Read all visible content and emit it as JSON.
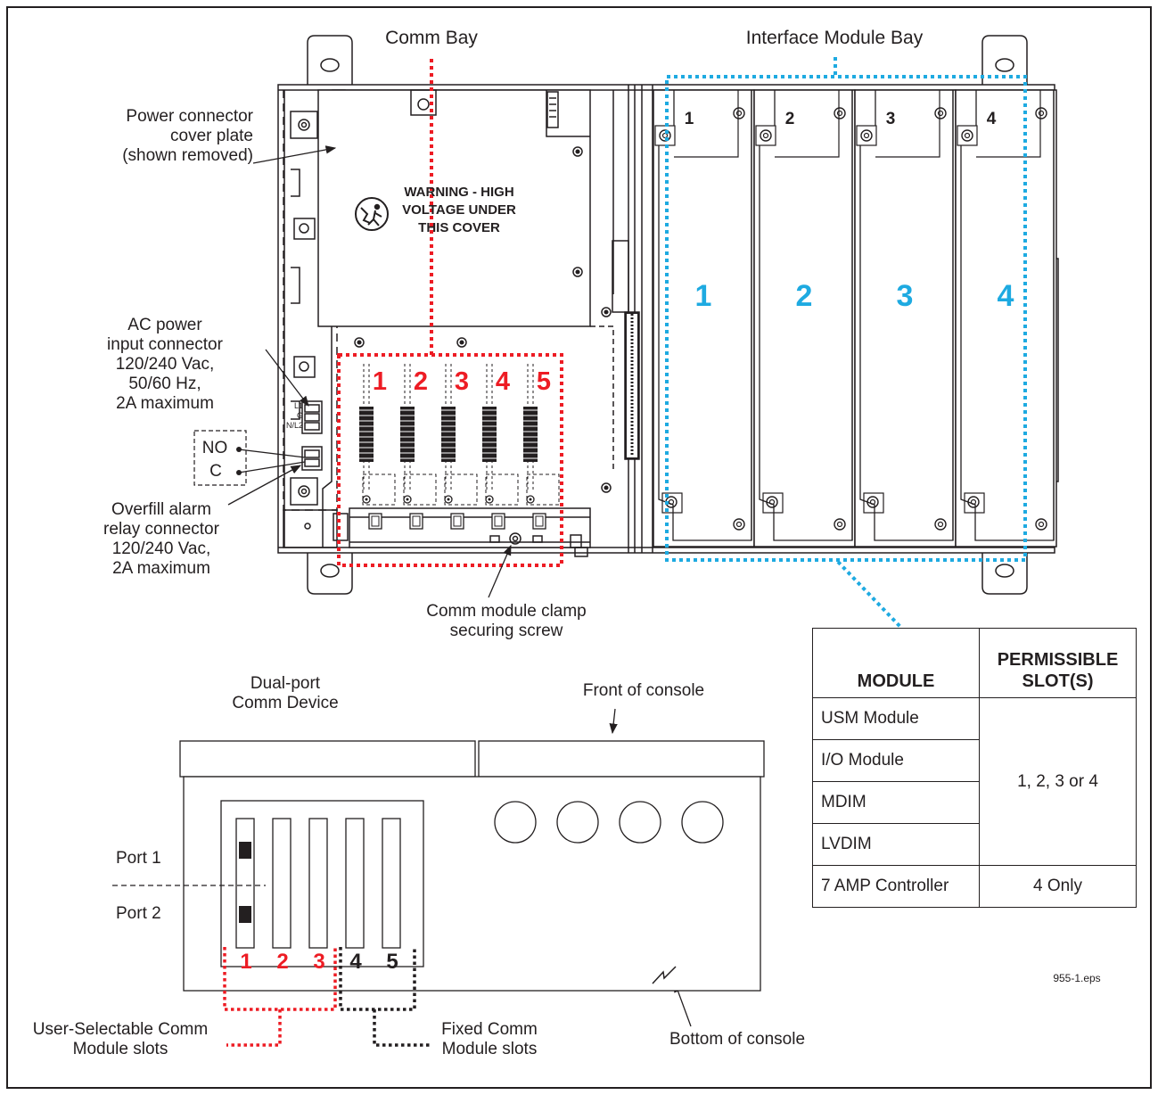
{
  "labels": {
    "comm_bay": "Comm Bay",
    "interface_module_bay": "Interface Module Bay",
    "power_cover_plate": "Power connector\ncover plate\n(shown removed)",
    "ac_power": "AC power\ninput connector\n120/240 Vac,\n50/60 Hz,\n2A maximum",
    "overfill_relay": "Overfill alarm\nrelay connector\n120/240 Vac,\n2A maximum",
    "no": "NO",
    "c": "C",
    "clamp_screw": "Comm module clamp\nsecuring screw",
    "dual_port": "Dual-port\nComm Device",
    "front_console": "Front of console",
    "port1": "Port 1",
    "port2": "Port 2",
    "user_selectable": "User-Selectable Comm\nModule slots",
    "fixed_comm": "Fixed Comm\nModule slots",
    "bottom_console": "Bottom of console",
    "file_id": "955-1.eps",
    "warning": "WARNING - HIGH\nVOLTAGE UNDER\nTHIS COVER",
    "terminal_l1": "L1",
    "terminal_g": "G",
    "terminal_nl2": "N/L2"
  },
  "comm_slots": [
    "1",
    "2",
    "3",
    "4",
    "5"
  ],
  "interface_slots": [
    "1",
    "2",
    "3",
    "4"
  ],
  "bottom_slots": {
    "user_selectable": [
      "1",
      "2",
      "3"
    ],
    "fixed": [
      "4",
      "5"
    ]
  },
  "table": {
    "headers": [
      "MODULE",
      "PERMISSIBLE\nSLOT(S)"
    ],
    "rows": [
      {
        "module": "USM Module"
      },
      {
        "module": "I/O Module"
      },
      {
        "module": "MDIM"
      },
      {
        "module": "LVDIM"
      },
      {
        "module": "7 AMP Controller",
        "slots": "4 Only"
      }
    ],
    "shared_slots": "1, 2, 3 or 4"
  },
  "colors": {
    "red": "#ed1c24",
    "cyan": "#1eaae1",
    "black": "#231f20"
  }
}
